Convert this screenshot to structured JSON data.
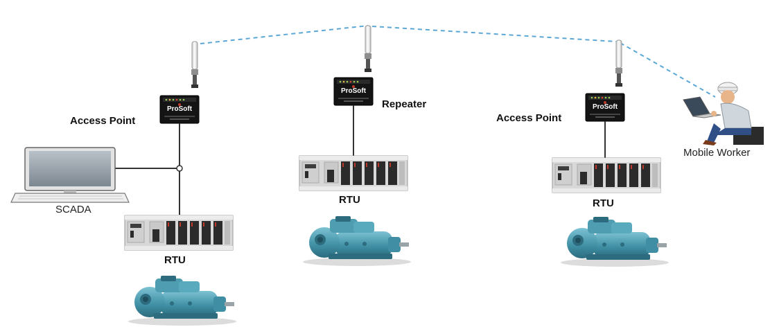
{
  "labels": {
    "access_point_left": "Access Point",
    "repeater": "Repeater",
    "access_point_right": "Access Point",
    "scada": "SCADA",
    "rtu_left": "RTU",
    "rtu_middle": "RTU",
    "rtu_right": "RTU",
    "mobile_worker": "Mobile Worker"
  },
  "device_brand": "ProSoft",
  "colors": {
    "wireless_link": "#5aa7d6",
    "cable": "#333333",
    "radio_body": "#111111",
    "pump": "#4f9db0"
  }
}
